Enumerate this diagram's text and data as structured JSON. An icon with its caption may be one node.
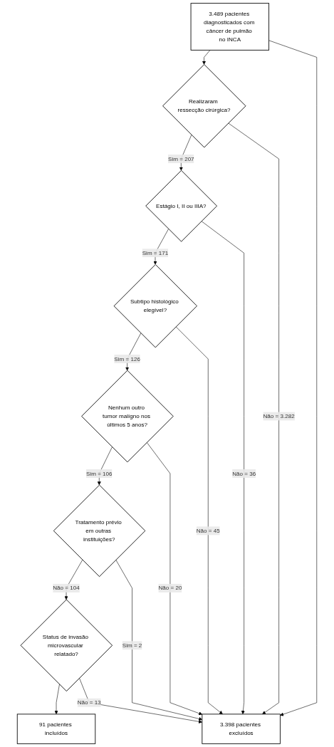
{
  "diagram": {
    "nodes": [
      {
        "text": [
          "3.489 pacientes diagnosticados com câncer de pulmão no INCA"
        ]
      },
      {
        "text": [
          "Realizaram ressecção cirúrgica?"
        ]
      },
      {
        "text": [
          "Estágio I, II ou IIIA?"
        ]
      },
      {
        "text": [
          "Subtipo histológico elegível?"
        ]
      },
      {
        "text": [
          "Nenhum outro tumor malígno nos últimos 5 anos?"
        ]
      },
      {
        "text": [
          "Tratamento prévio em outras instituições?"
        ]
      },
      {
        "text": [
          "Status de invasão microvascular relatado?"
        ]
      },
      {
        "text": [
          "91 pacientes incluídos"
        ]
      },
      {
        "text": [
          "3.398 pacientes excluídos"
        ]
      }
    ],
    "edges": [
      {
        "from": 0,
        "to": 1,
        "arrow": "to"
      },
      {
        "from": 0,
        "to": 8,
        "arrow": "to"
      },
      {
        "from": 1,
        "to": 2,
        "arrow": "to",
        "label": "Sim = 207"
      },
      {
        "from": 1,
        "to": 8,
        "arrow": "to",
        "label": "Não = 3.282"
      },
      {
        "from": 2,
        "to": 3,
        "arrow": "to",
        "label": "Sim = 171"
      },
      {
        "from": 2,
        "to": 8,
        "arrow": "to",
        "label": "Não = 36"
      },
      {
        "from": 3,
        "to": 4,
        "arrow": "to",
        "label": "Sim = 126"
      },
      {
        "from": 3,
        "to": 8,
        "arrow": "to",
        "label": "Não = 45"
      },
      {
        "from": 4,
        "to": 5,
        "arrow": "to",
        "label": "Sim = 106"
      },
      {
        "from": 4,
        "to": 8,
        "arrow": "to",
        "label": "Não = 20"
      },
      {
        "from": 5,
        "to": 6,
        "arrow": "to",
        "label": "Não = 104"
      },
      {
        "from": 5,
        "to": 8,
        "arrow": "to",
        "label": "Sim = 2"
      },
      {
        "from": 6,
        "to": 7,
        "arrow": "to"
      },
      {
        "from": 6,
        "to": 8,
        "arrow": "to",
        "label": "Não = 13"
      }
    ]
  }
}
